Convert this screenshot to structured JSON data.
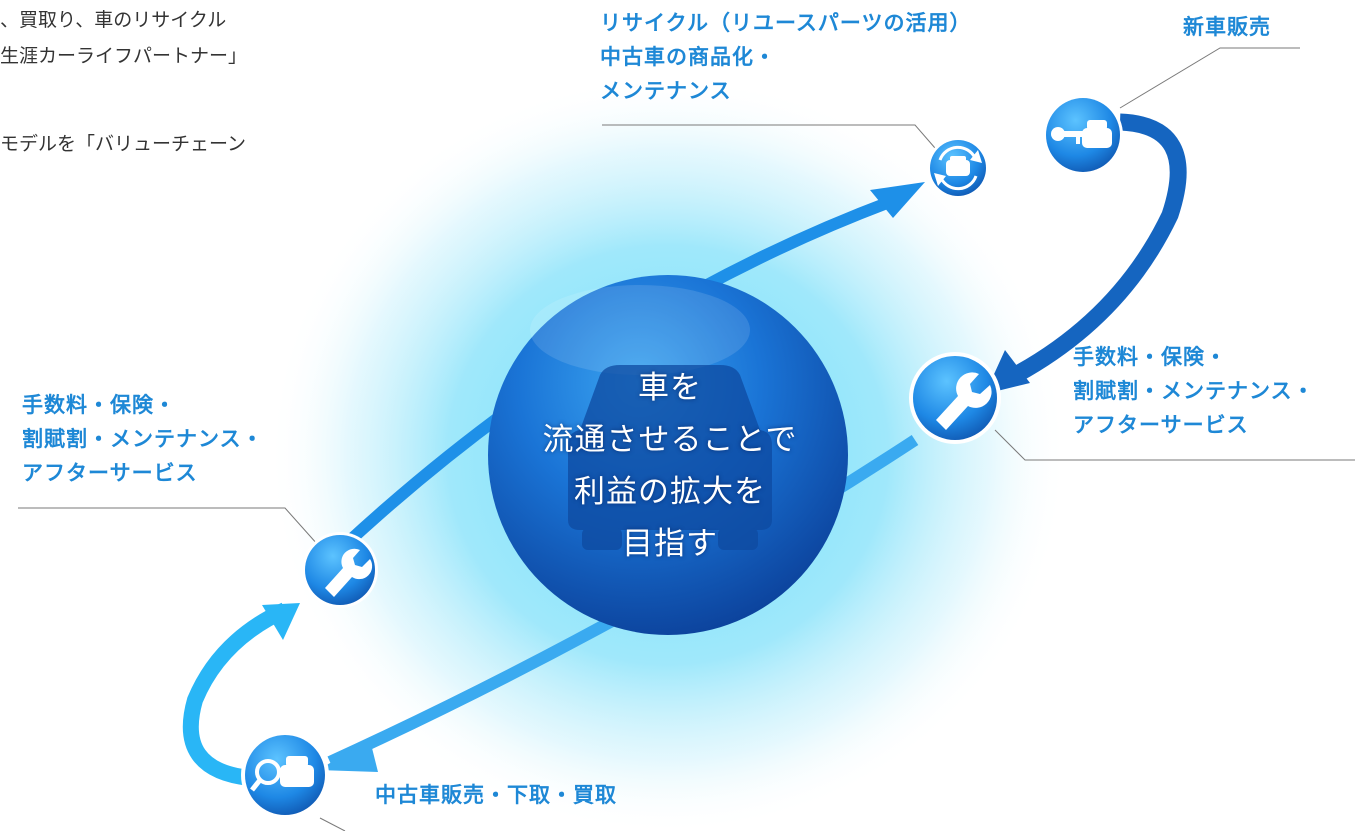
{
  "intro": {
    "line1": "、買取り、車のリサイクル",
    "line2": "生涯カーライフパートナー」",
    "line3": "モデルを「バリューチェーン"
  },
  "center": {
    "line1": "車を",
    "line2": "流通させることで",
    "line3": "利益の拡大を",
    "line4": "目指す"
  },
  "nodes": {
    "recycle": {
      "line1": "リサイクル（リユースパーツの活用）",
      "line2": "中古車の商品化・",
      "line3": "メンテナンス",
      "icon": "car-recycle-icon"
    },
    "new_car": {
      "line1": "新車販売",
      "icon": "car-key-icon"
    },
    "service_right": {
      "line1": "手数料・保険・",
      "line2": "割賦割・メンテナンス・",
      "line3": "アフターサービス",
      "icon": "wrench-icon"
    },
    "service_left": {
      "line1": "手数料・保険・",
      "line2": "割賦割・メンテナンス・",
      "line3": "アフターサービス",
      "icon": "wrench-icon"
    },
    "used_car": {
      "line1": "中古車販売・下取・買取",
      "icon": "car-search-icon"
    }
  },
  "colors": {
    "label": "#1e88d6",
    "arrow": "#1a8fe0",
    "sphere": "#1565c0",
    "glow": "#7fdcf8"
  }
}
